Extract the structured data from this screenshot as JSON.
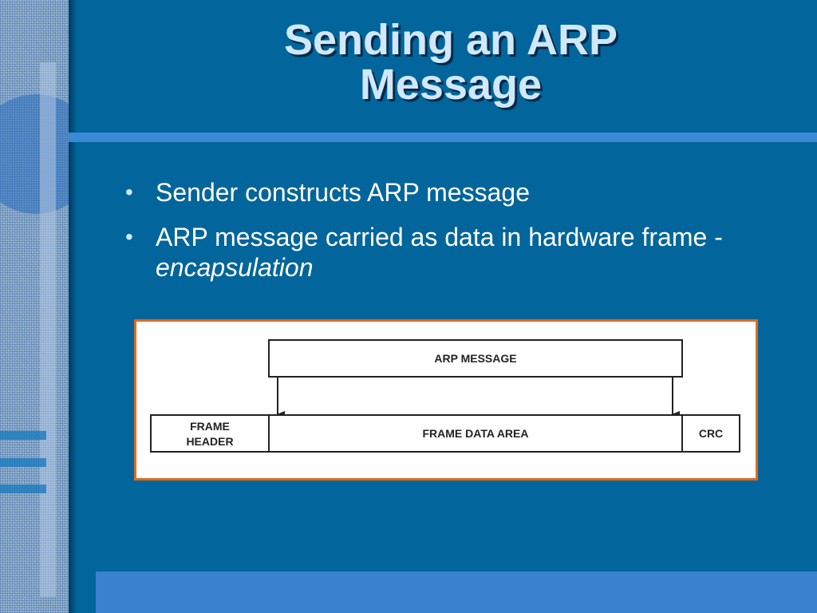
{
  "slide": {
    "title_line1": "Sending an ARP",
    "title_line2": "Message",
    "bullets": [
      {
        "text": "Sender constructs ARP message"
      },
      {
        "text": "ARP message carried as data in hardware frame - ",
        "emphasis": "encapsulation"
      }
    ]
  },
  "diagram": {
    "top_box": "ARP MESSAGE",
    "frame_header_line1": "FRAME",
    "frame_header_line2": "HEADER",
    "frame_data": "FRAME DATA AREA",
    "crc": "CRC"
  },
  "colors": {
    "background": "#02659b",
    "title": "#cfe8fb",
    "frame_border": "#e06a1c",
    "accent_bar": "#3a88d6"
  }
}
